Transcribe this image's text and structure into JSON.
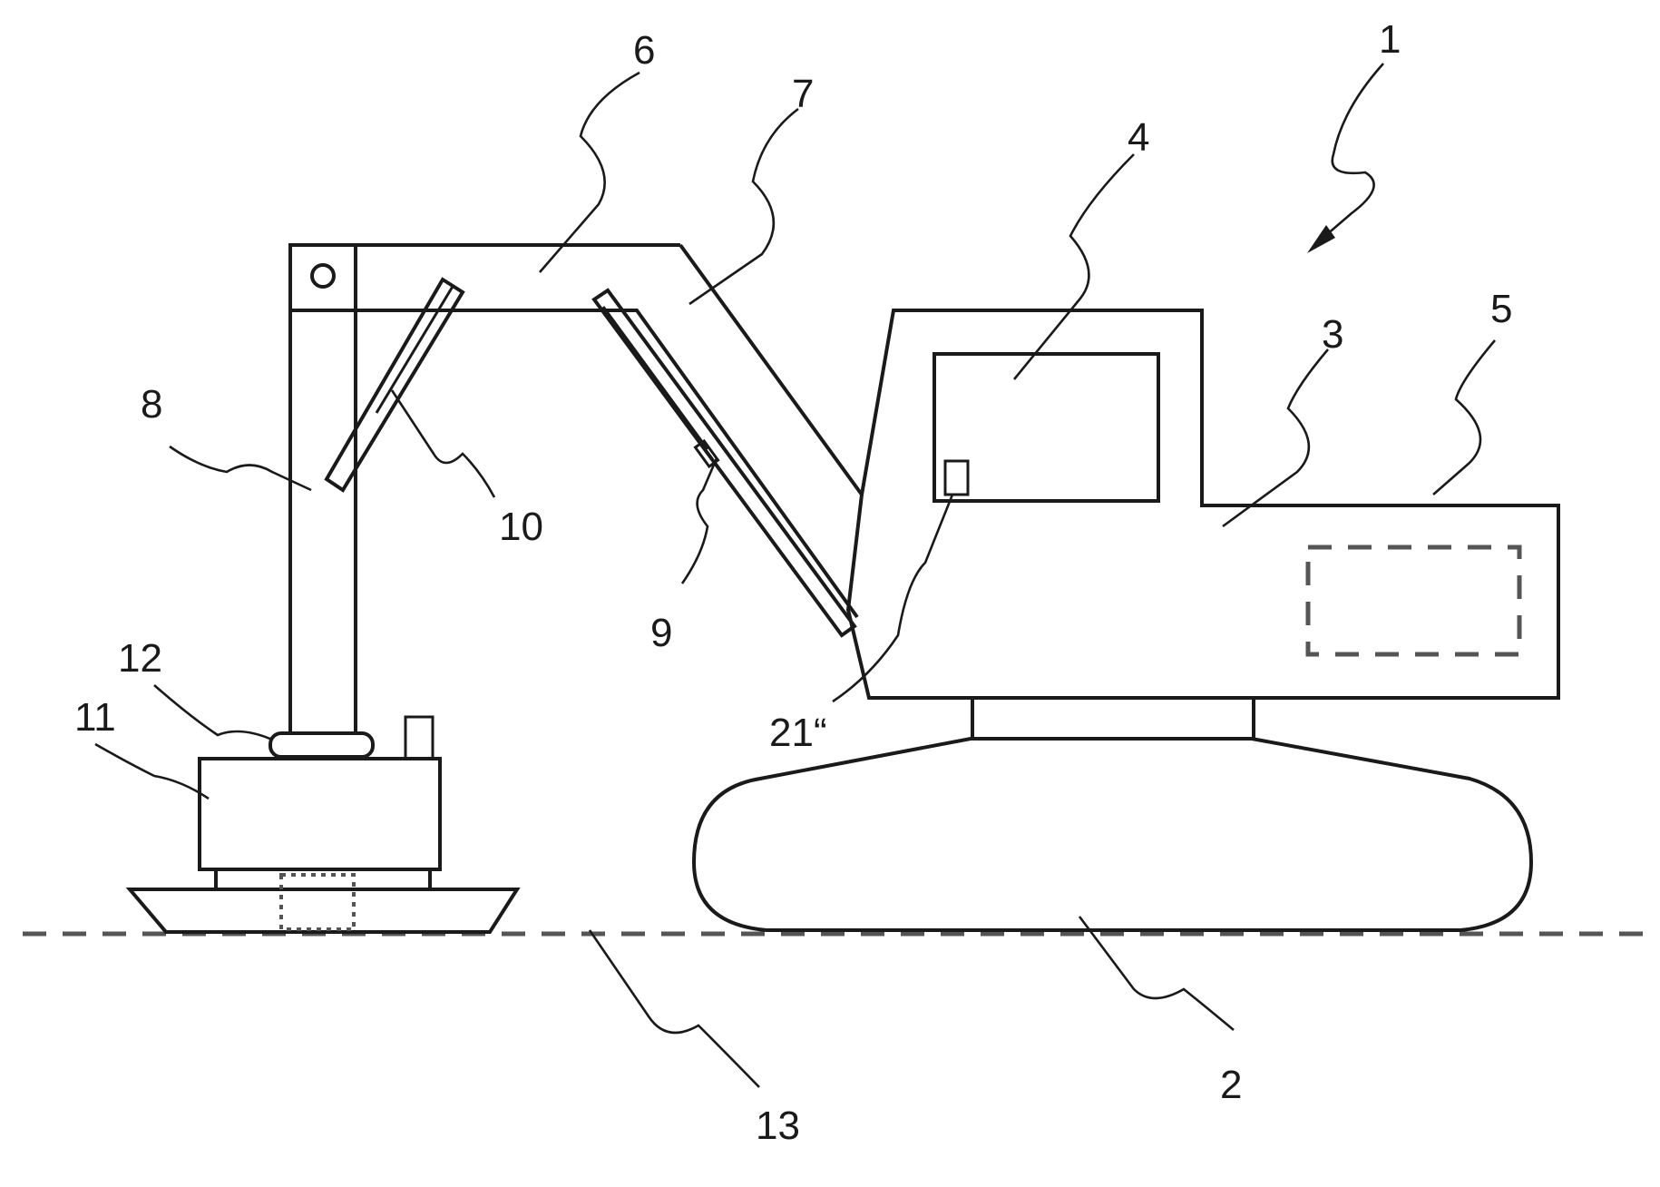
{
  "labels": {
    "l1": "1",
    "l2": "2",
    "l3": "3",
    "l4": "4",
    "l5": "5",
    "l6": "6",
    "l7": "7",
    "l8": "8",
    "l9": "9",
    "l10": "10",
    "l11": "11",
    "l12": "12",
    "l13": "13",
    "l21": "21“"
  }
}
